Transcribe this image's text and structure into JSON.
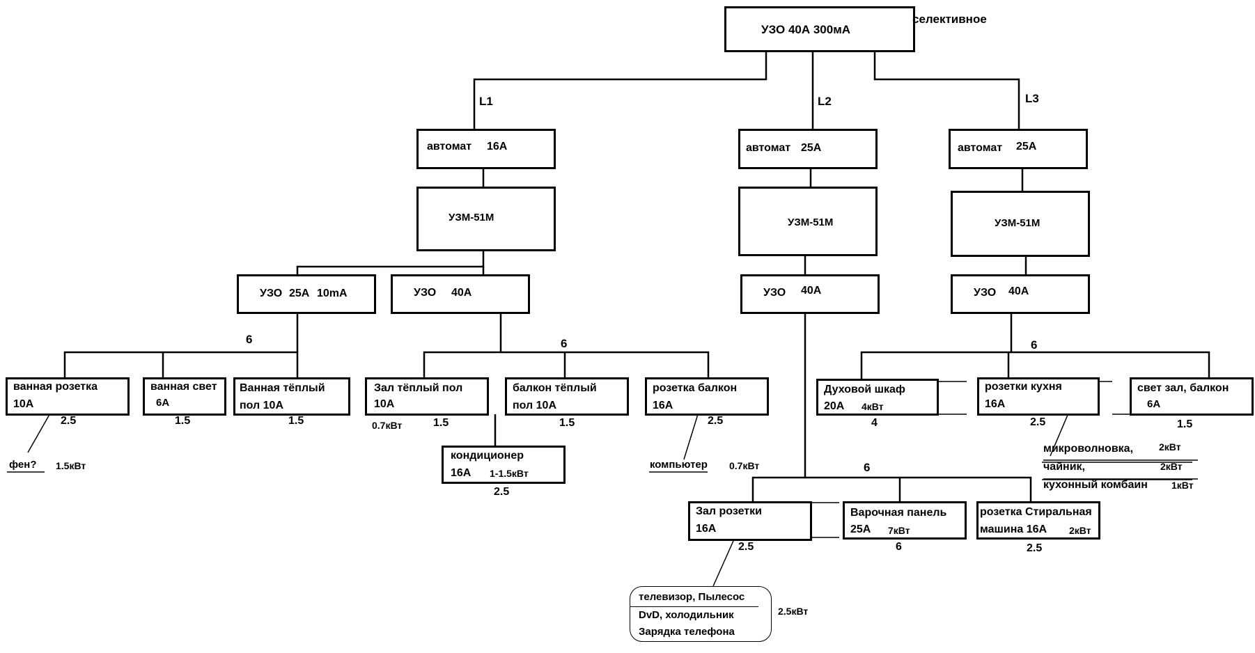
{
  "main_rcd": {
    "label": "УЗО 40А 300мА",
    "note": "селективное"
  },
  "phases": [
    "L1",
    "L2",
    "L3"
  ],
  "branch_L1": {
    "breaker": {
      "name": "автомат",
      "rating": "16А"
    },
    "relay": "УЗМ-51М",
    "rcd_a": {
      "name": "УЗО",
      "rating": "25А",
      "sensitivity": "10mA"
    },
    "rcd_b": {
      "name": "УЗО",
      "rating": "40А"
    },
    "section_a_cable": "6",
    "section_b_cable": "6",
    "circuits_a": [
      {
        "line1": "ванная розетка",
        "line2": "10А",
        "cable": "2.5"
      },
      {
        "line1": "ванная свет",
        "line2": "6А",
        "cable": "1.5"
      },
      {
        "line1": "Ванная тёплый",
        "line2": "пол 10А",
        "cable": "1.5"
      }
    ],
    "circuits_b": [
      {
        "line1": "Зал тёплый пол",
        "line2": "10А",
        "cable": "1.5",
        "power": "0.7кВт"
      },
      {
        "line1": "балкон тёплый",
        "line2": "пол 10А",
        "cable": "1.5"
      },
      {
        "line1": "розетка балкон",
        "line2": "16А",
        "cable": "2.5"
      }
    ],
    "conditioner": {
      "line1": "кондиционер",
      "rating": "16А",
      "power": "1-1.5кВт",
      "cable": "2.5"
    },
    "hairdryer": {
      "name": "фен?",
      "power": "1.5кВт"
    },
    "computer": {
      "name": "компьютер",
      "power": "0.7кВт"
    }
  },
  "branch_L2": {
    "breaker": {
      "name": "автомат",
      "rating": "25А"
    },
    "relay": "УЗМ-51М",
    "rcd": {
      "name": "УЗО",
      "rating": "40А"
    },
    "section_cable": "6",
    "circuits": [
      {
        "line1": "Зал розетки",
        "line2": "16А",
        "cable": "2.5"
      },
      {
        "line1": "Варочная панель",
        "line2": "25А",
        "power": "7кВт",
        "cable": "6"
      },
      {
        "line1": "розетка Стиральная",
        "line2": "машина 16А",
        "power": "2кВт",
        "cable": "2.5"
      }
    ],
    "hall_loads": [
      "телевизор, Пылесос",
      "DvD,  холодильник",
      "Зарядка телефона"
    ],
    "hall_loads_power": "2.5кВт"
  },
  "branch_L3": {
    "breaker": {
      "name": "автомат",
      "rating": "25А"
    },
    "relay": "УЗМ-51М",
    "rcd": {
      "name": "УЗО",
      "rating": "40А"
    },
    "section_cable": "6",
    "circuits": [
      {
        "line1": "Духовой шкаф",
        "line2": "20А",
        "power": "4кВт",
        "cable": "4"
      },
      {
        "line1": "розетки кухня",
        "line2": "16А",
        "cable": "2.5"
      },
      {
        "line1": "свет зал, балкон",
        "line2": "6А",
        "cable": "1.5"
      }
    ],
    "kitchen_loads": [
      {
        "name": "микроволновка,",
        "power": "2кВт"
      },
      {
        "name": "чайник,",
        "power": "2кВт"
      },
      {
        "name": "кухонный комбаин",
        "power": "1кВт"
      }
    ]
  }
}
